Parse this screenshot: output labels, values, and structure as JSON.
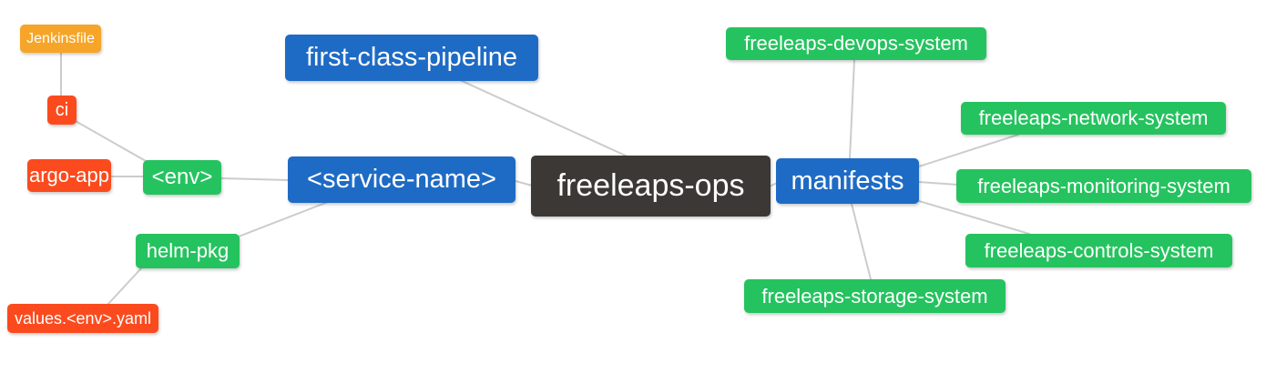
{
  "palette": {
    "blue": "#1e6bc5",
    "green": "#25c35f",
    "dark": "#3b3835",
    "red": "#fb4b1e",
    "amber": "#f6a528",
    "edge": "#cccccc",
    "text": "#ffffff",
    "background": "#ffffff"
  },
  "mindmap": {
    "root": {
      "label": "freeleaps-ops",
      "color": "dark"
    },
    "nodes": [
      {
        "id": "jenkinsfile",
        "label": "Jenkinsfile",
        "color": "amber"
      },
      {
        "id": "ci",
        "label": "ci",
        "color": "red"
      },
      {
        "id": "argo-app",
        "label": "argo-app",
        "color": "red"
      },
      {
        "id": "env",
        "label": "<env>",
        "color": "green"
      },
      {
        "id": "helm-pkg",
        "label": "helm-pkg",
        "color": "green"
      },
      {
        "id": "values-env-yaml",
        "label": "values.<env>.yaml",
        "color": "red"
      },
      {
        "id": "first-class-pipeline",
        "label": "first-class-pipeline",
        "color": "blue"
      },
      {
        "id": "service-name",
        "label": "<service-name>",
        "color": "blue"
      },
      {
        "id": "manifests",
        "label": "manifests",
        "color": "blue"
      },
      {
        "id": "freeleaps-devops-system",
        "label": "freeleaps-devops-system",
        "color": "green"
      },
      {
        "id": "freeleaps-network-system",
        "label": "freeleaps-network-system",
        "color": "green"
      },
      {
        "id": "freeleaps-monitoring-system",
        "label": "freeleaps-monitoring-system",
        "color": "green"
      },
      {
        "id": "freeleaps-controls-system",
        "label": "freeleaps-controls-system",
        "color": "green"
      },
      {
        "id": "freeleaps-storage-system",
        "label": "freeleaps-storage-system",
        "color": "green"
      }
    ],
    "edges": [
      "Jenkinsfile - ci",
      "ci - <env>",
      "argo-app - <env>",
      "<env> - <service-name>",
      "helm-pkg - <service-name>",
      "values.<env>.yaml - helm-pkg",
      "first-class-pipeline - freeleaps-ops",
      "<service-name> - freeleaps-ops",
      "freeleaps-ops - manifests",
      "manifests - freeleaps-devops-system",
      "manifests - freeleaps-network-system",
      "manifests - freeleaps-monitoring-system",
      "manifests - freeleaps-controls-system",
      "manifests - freeleaps-storage-system"
    ]
  }
}
